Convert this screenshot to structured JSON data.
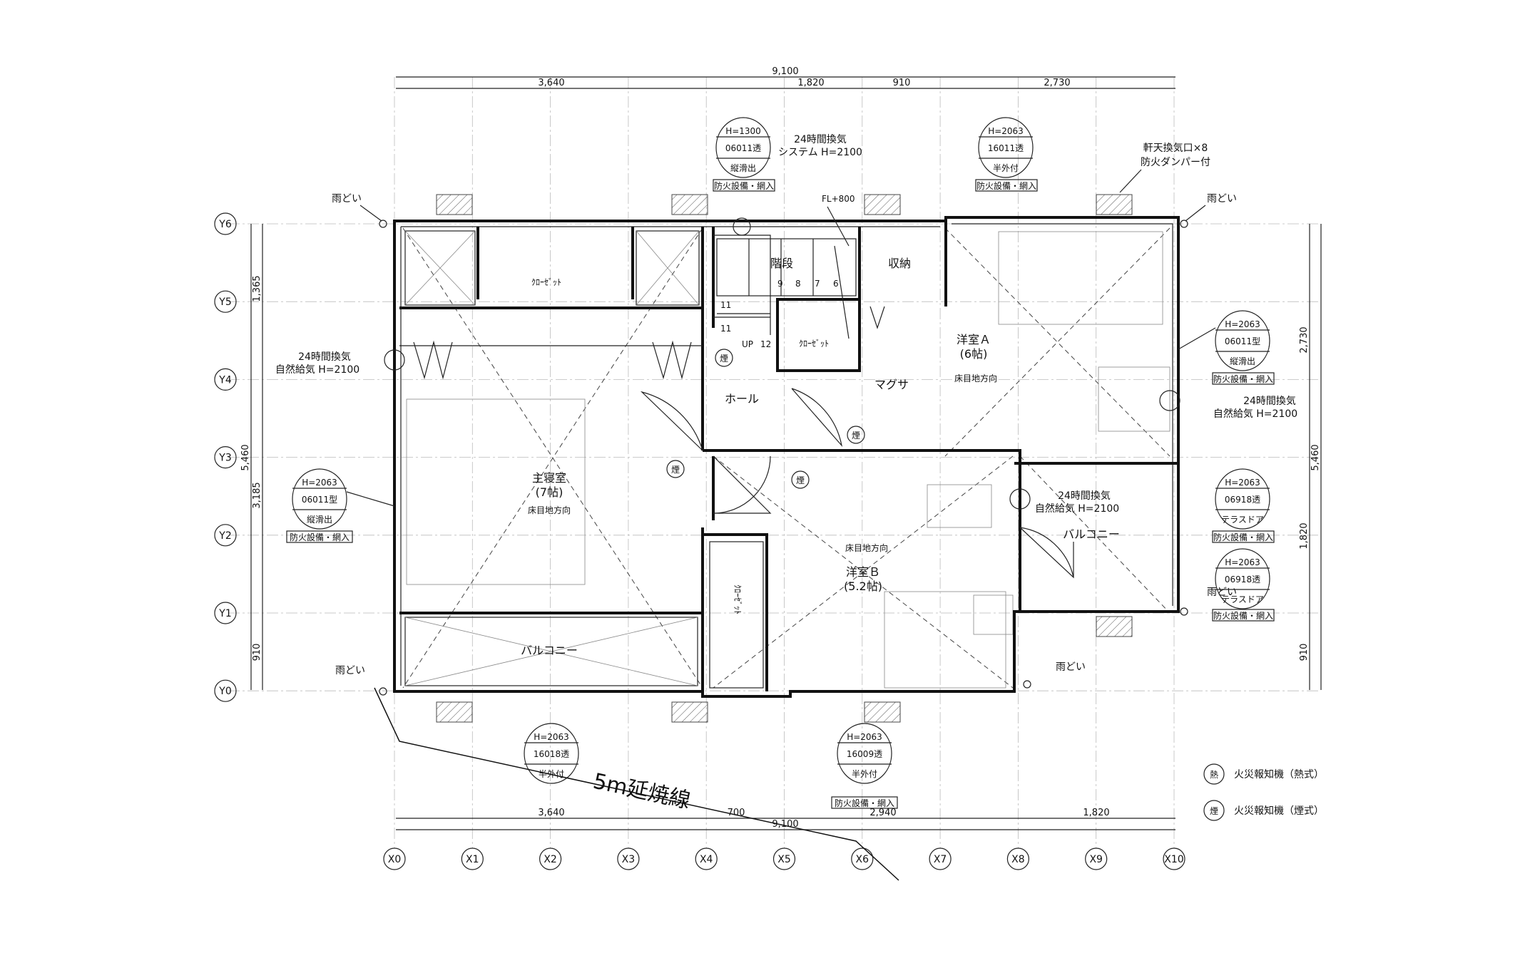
{
  "dims_top_total": "9,100",
  "dims_top": [
    "3,640",
    "1,820",
    "910",
    "2,730"
  ],
  "dims_bottom_total": "9,100",
  "dims_bottom": [
    "3,640",
    "700",
    "2,940",
    "1,820"
  ],
  "dims_left": [
    "1,365",
    "3,185",
    "910"
  ],
  "dims_left_total": "5,460",
  "dims_right": [
    "2,730",
    "1,820",
    "910"
  ],
  "dims_right_total": "5,460",
  "x_axes": [
    "X0",
    "X1",
    "X2",
    "X3",
    "X4",
    "X5",
    "X6",
    "X7",
    "X8",
    "X9",
    "X10"
  ],
  "y_axes": [
    "Y6",
    "Y5",
    "Y4",
    "Y3",
    "Y2",
    "Y1",
    "Y0"
  ],
  "rooms": {
    "closet_top": "ｸﾛｰｾﾞｯﾄ",
    "stairs": "階段",
    "storage": "収納",
    "closet_mid": "ｸﾛｰｾﾞｯﾄ",
    "room_a": "洋室Ａ",
    "room_a_size": "(6帖)",
    "hall": "ホール",
    "magusa": "マグサ",
    "master": "主寝室",
    "master_size": "(7帖)",
    "balcony_right": "バルコニー",
    "room_b": "洋室Ｂ",
    "room_b_size": "(5.2帖)",
    "closet_b": "ｸﾛｰｾﾞｯﾄ",
    "balcony_bottom": "バルコニー"
  },
  "floor_dir": "床目地方向",
  "fl800": "FL+800",
  "stair_nums": [
    "9",
    "8",
    "7",
    "6",
    "11",
    "11",
    "UP",
    "12"
  ],
  "smoke": "煙",
  "rain_gutter": "雨どい",
  "window_tags": {
    "w_top1": {
      "h": "H=1300",
      "code": "06011透",
      "type": "縦滑出",
      "note": "防火設備・網入"
    },
    "w_top2": {
      "h": "H=2063",
      "code": "16011透",
      "type": "半外付",
      "note": "防火設備・網入"
    },
    "w_right1": {
      "h": "H=2063",
      "code": "06011型",
      "type": "縦滑出",
      "note": "防火設備・網入"
    },
    "w_right2": {
      "h": "H=2063",
      "code": "06918透",
      "type": "テラスドア",
      "note": "防火設備・網入"
    },
    "w_right3": {
      "h": "H=2063",
      "code": "06918透",
      "type": "テラスドア",
      "note": "防火設備・網入"
    },
    "w_left": {
      "h": "H=2063",
      "code": "06011型",
      "type": "縦滑出",
      "note": "防火設備・網入"
    },
    "w_bot1": {
      "h": "H=2063",
      "code": "16018透",
      "type": "半外付"
    },
    "w_bot2": {
      "h": "H=2063",
      "code": "16009透",
      "type": "半外付",
      "note": "防火設備・網入"
    }
  },
  "vent_top": [
    "24時間換気",
    "システム H=2100"
  ],
  "eave_vent": [
    "軒天換気口×8",
    "防火ダンパー付"
  ],
  "vent_left": [
    "24時間換気",
    "自然給気 H=2100"
  ],
  "vent_right": [
    "24時間換気",
    "自然給気 H=2100"
  ],
  "vent_mid": [
    "24時間換気",
    "自然給気 H=2100"
  ],
  "fire_line": "5m延焼線",
  "legend": [
    {
      "sym": "熱",
      "text": "火災報知機（熱式）"
    },
    {
      "sym": "煙",
      "text": "火災報知機（煙式）"
    }
  ]
}
